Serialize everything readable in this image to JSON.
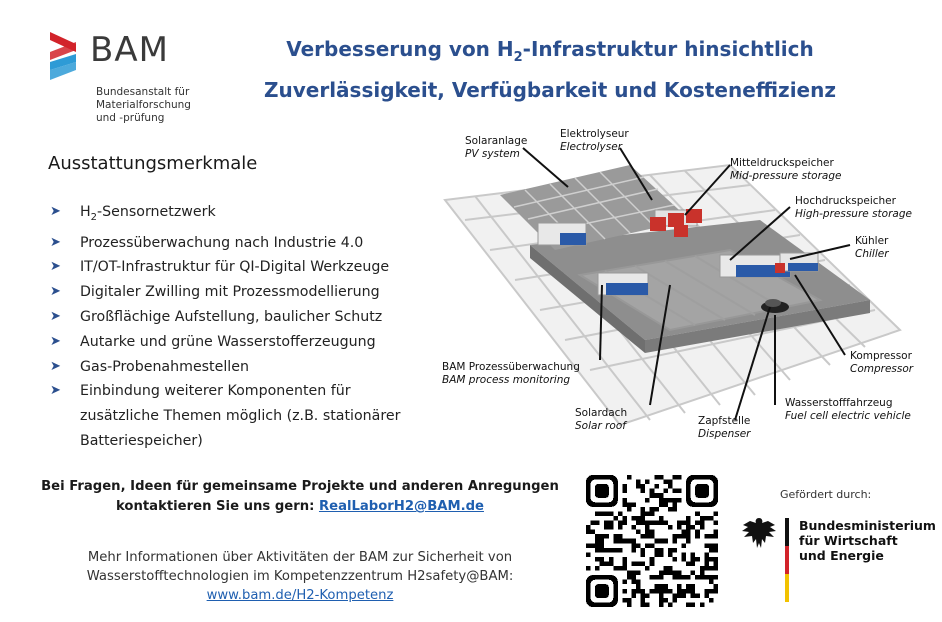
{
  "logo": {
    "word": "BAM",
    "subtitle": [
      "Bundesanstalt für",
      "Materialforschung",
      "und -prüfung"
    ],
    "colors": {
      "red": "#d2232a",
      "blue": "#2e9bd6"
    }
  },
  "title": {
    "line1_pre": "Verbesserung von H",
    "line1_sub": "2",
    "line1_post": "-Infrastruktur hinsichtlich",
    "line2": "Zuverlässigkeit, Verfügbarkeit und Kosteneffizienz",
    "color": "#2b4f8e"
  },
  "features": {
    "heading": "Ausstattungsmerkmale",
    "item0_pre": "H",
    "item0_sub": "2",
    "item0_post": "-Sensornetzwerk",
    "items": [
      "Prozessüberwachung nach Industrie 4.0",
      "IT/OT-Infrastruktur für QI-Digital Werkzeuge",
      "Digitaler Zwilling mit Prozessmodellierung",
      "Großflächige Aufstellung, baulicher Schutz",
      "Autarke und grüne Wasserstofferzeugung",
      "Gas-Probenahmestellen",
      "Einbindung weiterer Komponenten für zusätzliche Themen möglich (z.B. stationärer Batteriespeicher)"
    ]
  },
  "contact": {
    "line1": "Bei Fragen, Ideen für gemeinsame Projekte und anderen Anregungen",
    "line2_pre": "kontaktieren Sie uns gern: ",
    "email": "RealLaborH2@BAM.de"
  },
  "more": {
    "line1": "Mehr Informationen über Aktivitäten der BAM zur Sicherheit von",
    "line2": "Wasserstofftechnologien im Kompetenzzentrum H2safety@BAM:",
    "link": "www.bam.de/H2-Kompetenz"
  },
  "funding": {
    "label": "Gefördert durch:",
    "ministry": [
      "Bundesministerium",
      "für Wirtschaft",
      "und Energie"
    ]
  },
  "diagram": {
    "labels": {
      "pv": {
        "de": "Solaranlage",
        "en": "PV system"
      },
      "electrolyser": {
        "de": "Elektrolyseur",
        "en": "Electrolyser"
      },
      "midpressure": {
        "de": "Mitteldruckspeicher",
        "en": "Mid-pressure storage"
      },
      "highpressure": {
        "de": "Hochdruckspeicher",
        "en": "High-pressure storage"
      },
      "chiller": {
        "de": "Kühler",
        "en": "Chiller"
      },
      "monitoring": {
        "de": "BAM Prozessüberwachung",
        "en": "BAM process monitoring"
      },
      "compressor": {
        "de": "Kompressor",
        "en": "Compressor"
      },
      "vehicle": {
        "de": "Wasserstofffahrzeug",
        "en": "Fuel cell electric vehicle"
      },
      "solarroof": {
        "de": "Solardach",
        "en": "Solar roof"
      },
      "dispenser": {
        "de": "Zapfstelle",
        "en": "Dispenser"
      }
    }
  }
}
